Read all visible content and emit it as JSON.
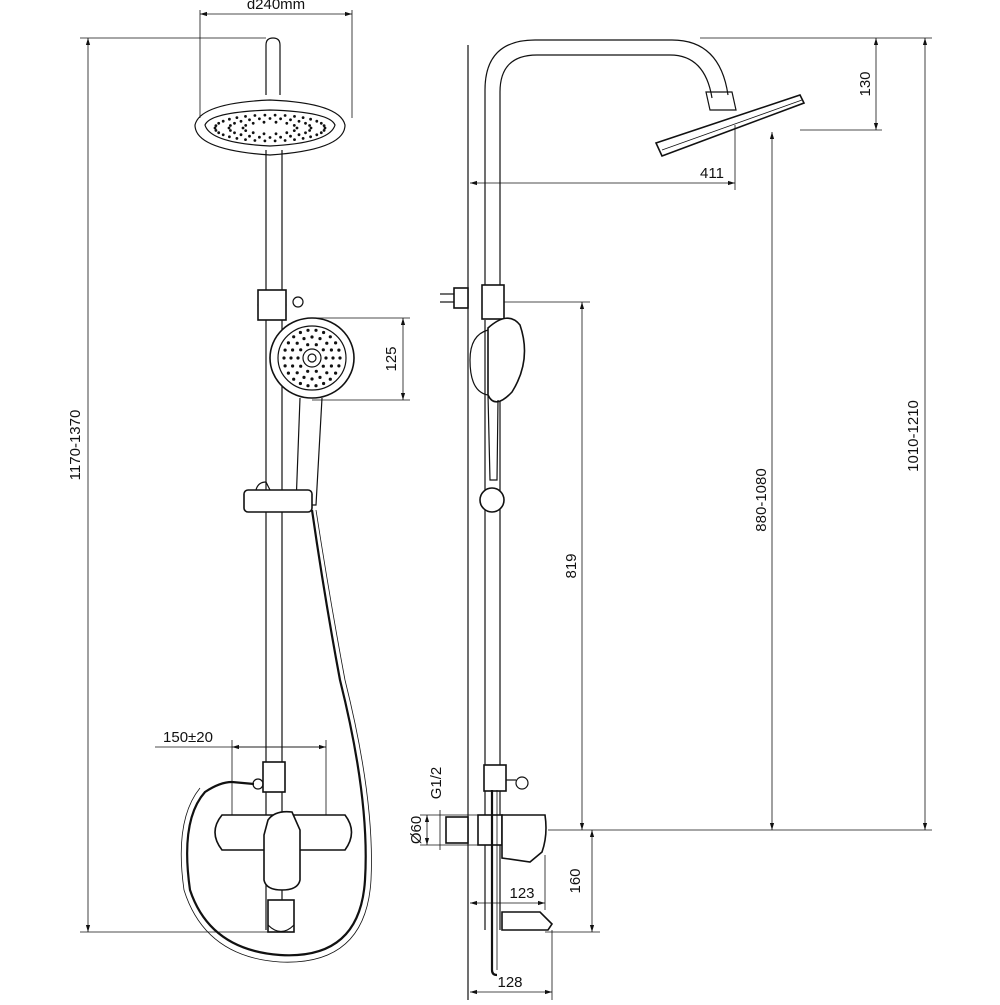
{
  "dimensions": {
    "head_diameter": "d240mm",
    "total_height": "1170-1370",
    "hand_shower_size": "125",
    "center_distance": "150±20",
    "arm_height": "130",
    "arm_reach": "411",
    "rail_height": "819",
    "head_height": "880-1080",
    "overall_height": "1010-1210",
    "thread": "G1/2",
    "flange_diameter": "Ø60",
    "mixer_depth": "123",
    "spout_drop": "160",
    "spout_reach": "128"
  }
}
